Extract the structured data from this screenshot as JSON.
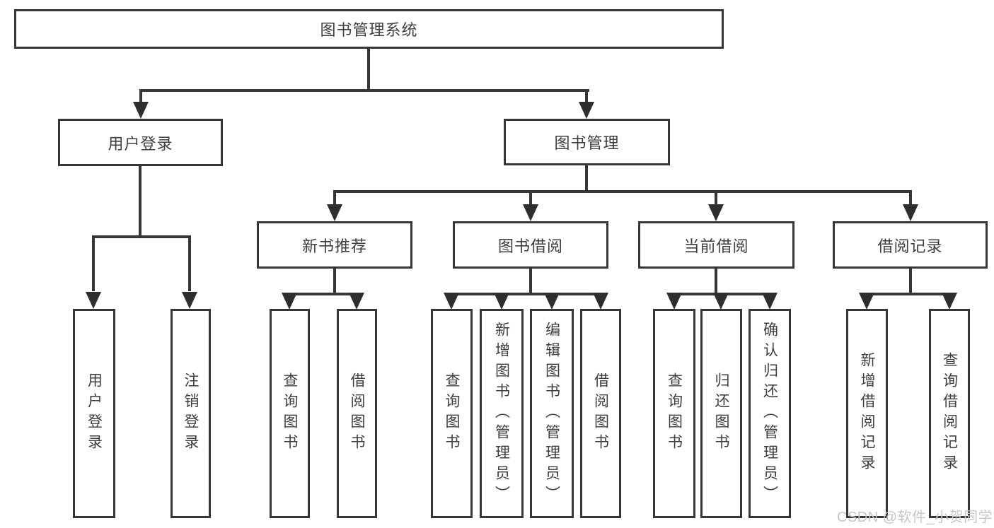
{
  "tree": {
    "label": "图书管理系统",
    "children": [
      {
        "label": "用户登录",
        "children": [
          {
            "label": "用户登录"
          },
          {
            "label": "注销登录"
          }
        ]
      },
      {
        "label": "图书管理",
        "children": [
          {
            "label": "新书推荐",
            "children": [
              {
                "label": "查询图书"
              },
              {
                "label": "借阅图书"
              }
            ]
          },
          {
            "label": "图书借阅",
            "children": [
              {
                "label": "查询图书"
              },
              {
                "label": "新增图书（管理员）"
              },
              {
                "label": "编辑图书（管理员）"
              },
              {
                "label": "借阅图书"
              }
            ]
          },
          {
            "label": "当前借阅",
            "children": [
              {
                "label": "查询图书"
              },
              {
                "label": "归还图书"
              },
              {
                "label": "确认归还（管理员）"
              }
            ]
          },
          {
            "label": "借阅记录",
            "children": [
              {
                "label": "新增借阅记录"
              },
              {
                "label": "查询借阅记录"
              }
            ]
          }
        ]
      }
    ]
  },
  "watermark": {
    "text": "CSDN @软件_小贺同学"
  },
  "colors": {
    "line": "#363636",
    "arrow": "#2e2e2e",
    "text": "#3d3d42",
    "background": "#ffffff",
    "watermark": "#c6c6c6"
  }
}
